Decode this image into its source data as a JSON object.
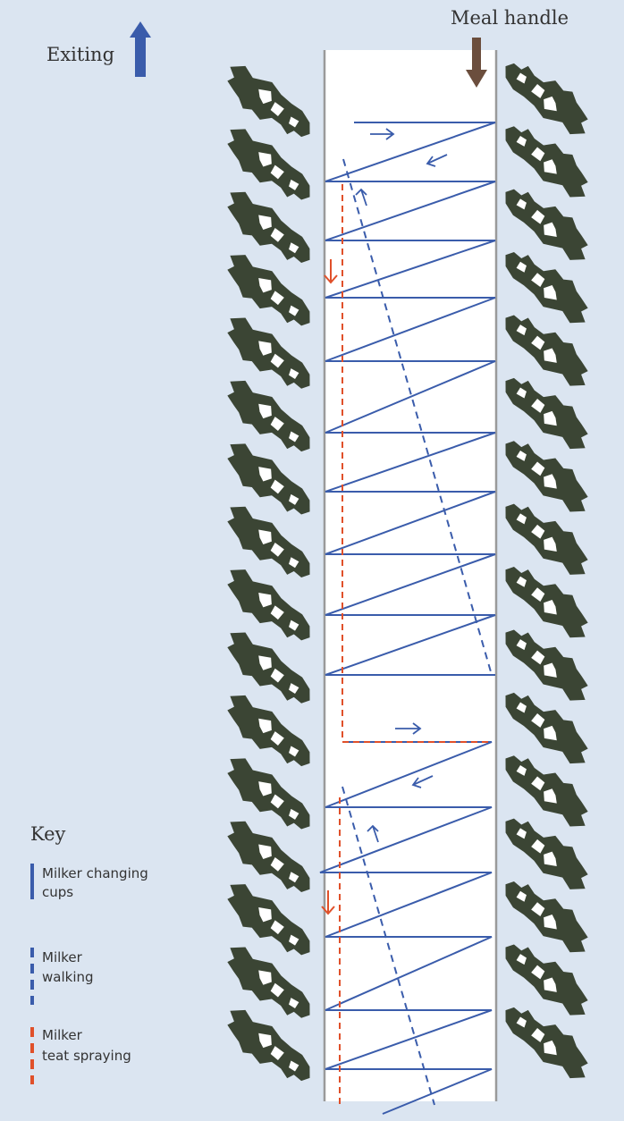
{
  "labels": {
    "meal_handle": "Meal handle",
    "exiting": "Exiting"
  },
  "key": {
    "title": "Key",
    "items": [
      {
        "label_lines": [
          "Milker changing",
          "cups"
        ],
        "color": "#3a5cab",
        "style": "solid"
      },
      {
        "label_lines": [
          "Milker",
          "walking"
        ],
        "color": "#3a5cab",
        "style": "dashed"
      },
      {
        "label_lines": [
          "Milker",
          "teat spraying"
        ],
        "color": "#e0502a",
        "style": "dashed"
      }
    ]
  },
  "colors": {
    "background": "#dbe5f1",
    "pit": "#ffffff",
    "pit_rail": "#9a9a9a",
    "changing_cups": "#3a5cab",
    "walking": "#3a5cab",
    "spraying": "#e0502a",
    "exiting_arrow": "#3a5cab",
    "meal_arrow": "#6b4e3d",
    "cow": "#3b4534",
    "cow_patch": "#ffffff"
  },
  "layout_info": {
    "cows_per_side": 16,
    "icons": [
      "cow-icon"
    ]
  }
}
